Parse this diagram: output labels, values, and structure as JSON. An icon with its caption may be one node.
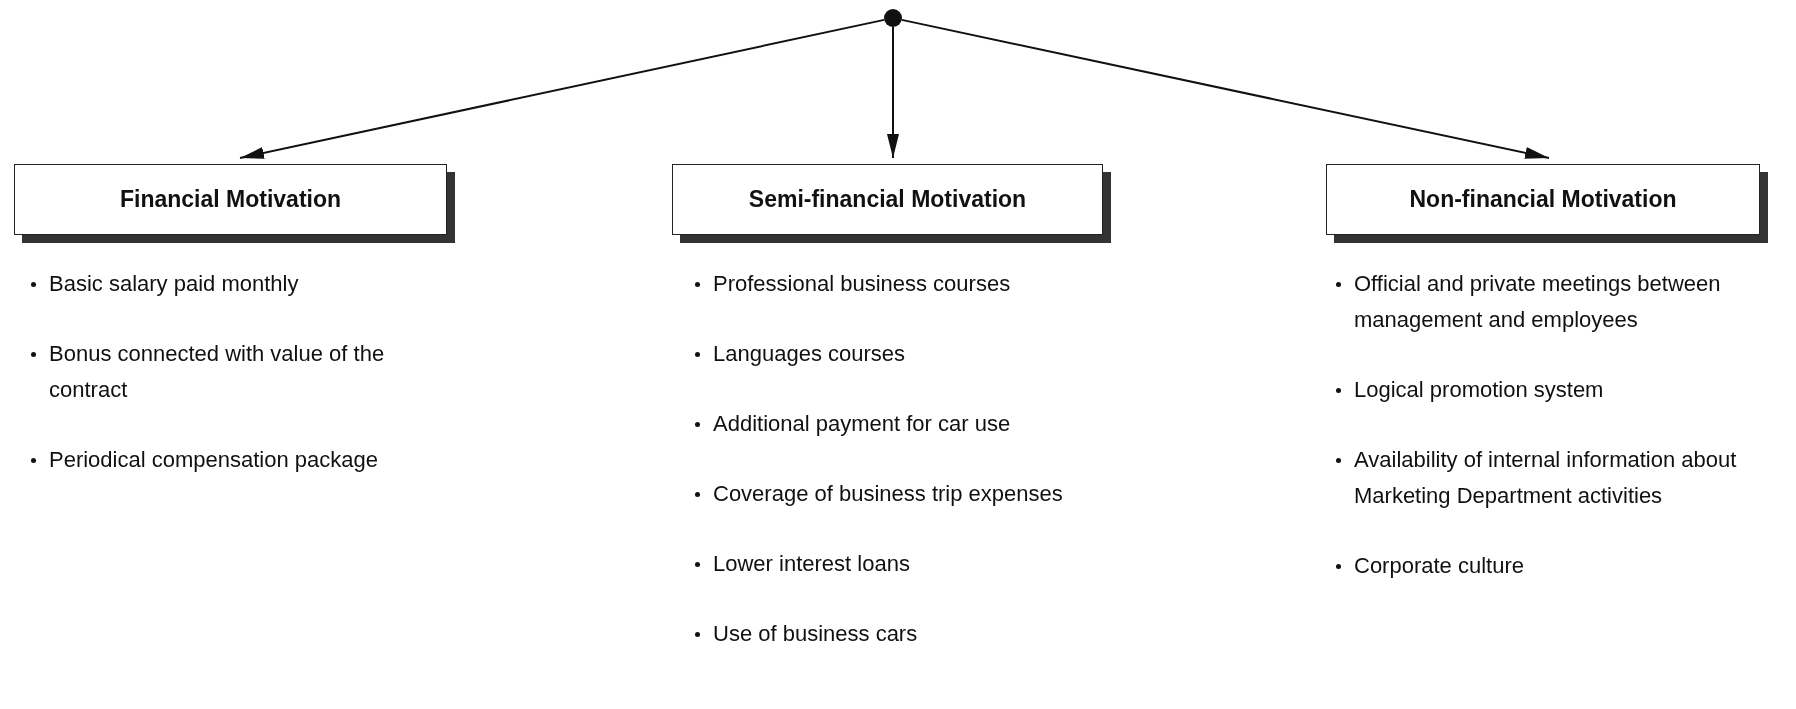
{
  "diagram": {
    "nodes": [
      {
        "text": [],
        "shape": "circle"
      },
      {
        "text": [
          "Financial Motivation"
        ],
        "beside": [
          "Basic salary paid monthly",
          "Bonus connected with value of the contract",
          "Periodical compensation package"
        ]
      },
      {
        "text": [
          "Semi-financial Motivation"
        ],
        "beside": [
          "Professional business courses",
          "Languages courses",
          "Additional payment for car use",
          "Coverage of business trip expenses",
          "Lower interest loans",
          "Use of business cars"
        ]
      },
      {
        "text": [
          "Non-financial Motivation"
        ],
        "beside": [
          "Official and private meetings between management and employees",
          "Logical promotion system",
          "Availability of internal information about Marketing Department activities",
          "Corporate culture"
        ]
      }
    ],
    "edges": [
      {
        "from": 0,
        "to": 1,
        "arrow": "to"
      },
      {
        "from": 0,
        "to": 2,
        "arrow": "to"
      },
      {
        "from": 0,
        "to": 3,
        "arrow": "to"
      }
    ]
  }
}
